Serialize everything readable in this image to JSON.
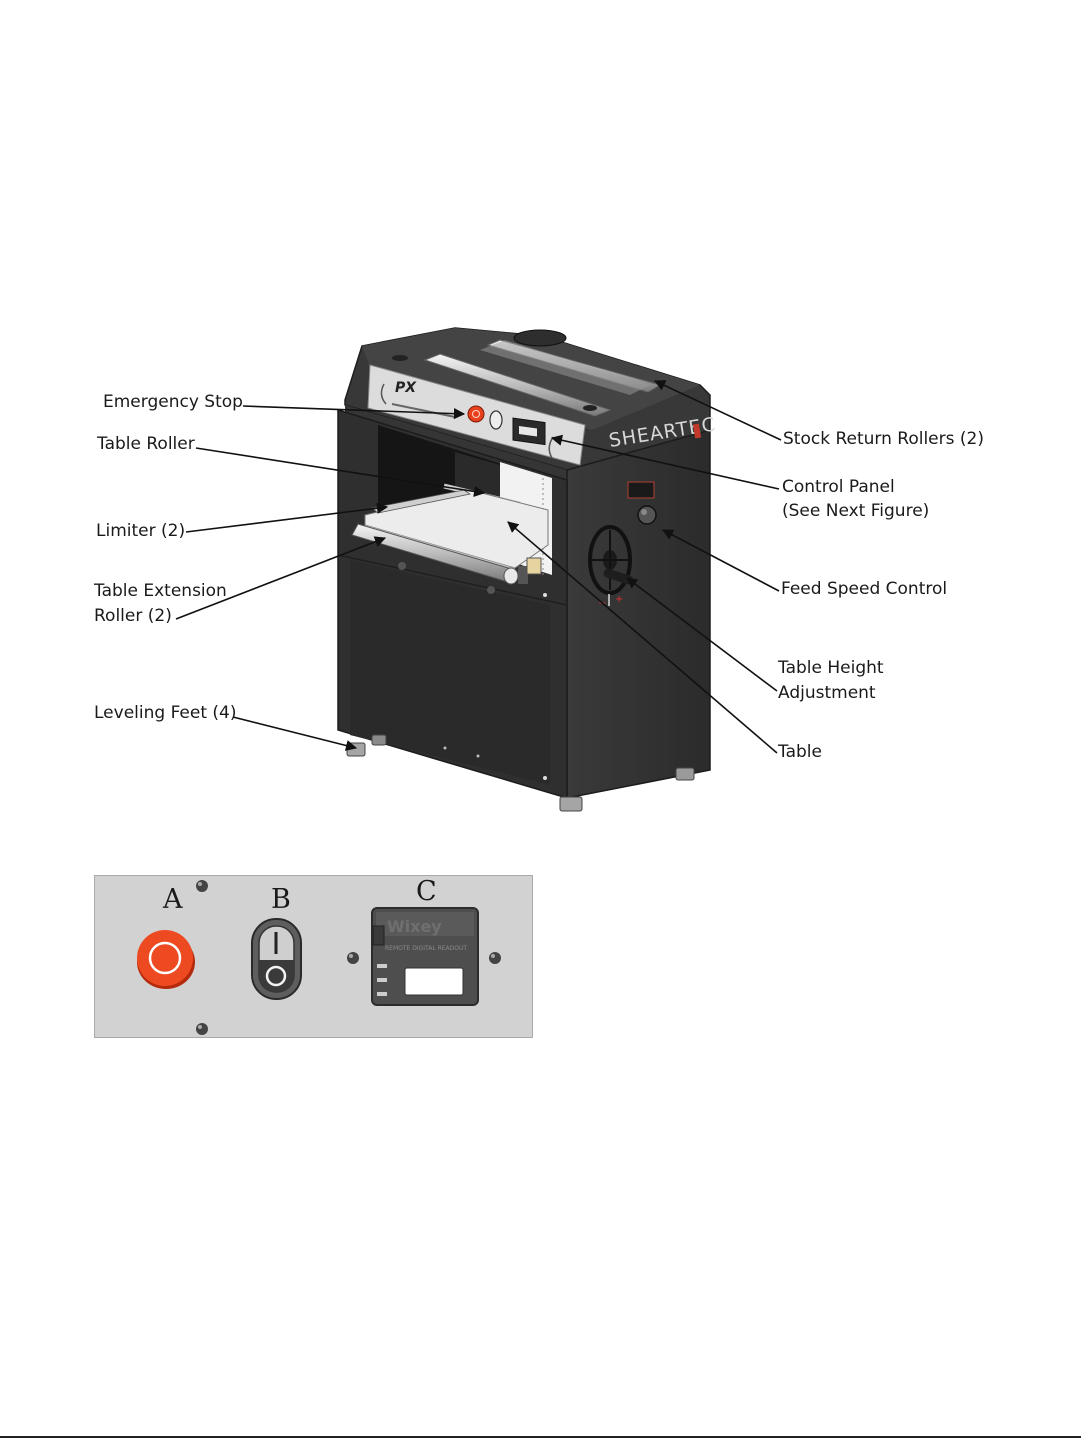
{
  "callouts": {
    "emergency_stop": "Emergency Stop",
    "table_roller": "Table Roller",
    "limiter": "Limiter (2)",
    "table_extension_roller_line1": "Table Extension",
    "table_extension_roller_line2": "Roller (2)",
    "leveling_feet": "Leveling Feet (4)",
    "stock_return_rollers": "Stock Return Rollers (2)",
    "control_panel_line1": "Control Panel",
    "control_panel_line2": "(See Next Figure)",
    "feed_speed_control": "Feed Speed Control",
    "table_height_line1": "Table Height",
    "table_height_line2": "Adjustment",
    "table": "Table"
  },
  "machine": {
    "brand": "SHEARTEC",
    "model_badge": "PX"
  },
  "control_panel": {
    "label_a": "A",
    "label_b": "B",
    "label_c": "C",
    "readout_brand": "Wixey",
    "readout_caption": "REMOTE DIGITAL READOUT"
  },
  "colors": {
    "machine_body": "#333333",
    "emergency_red": "#e8401c",
    "panel_gray": "#d2d2d2"
  }
}
